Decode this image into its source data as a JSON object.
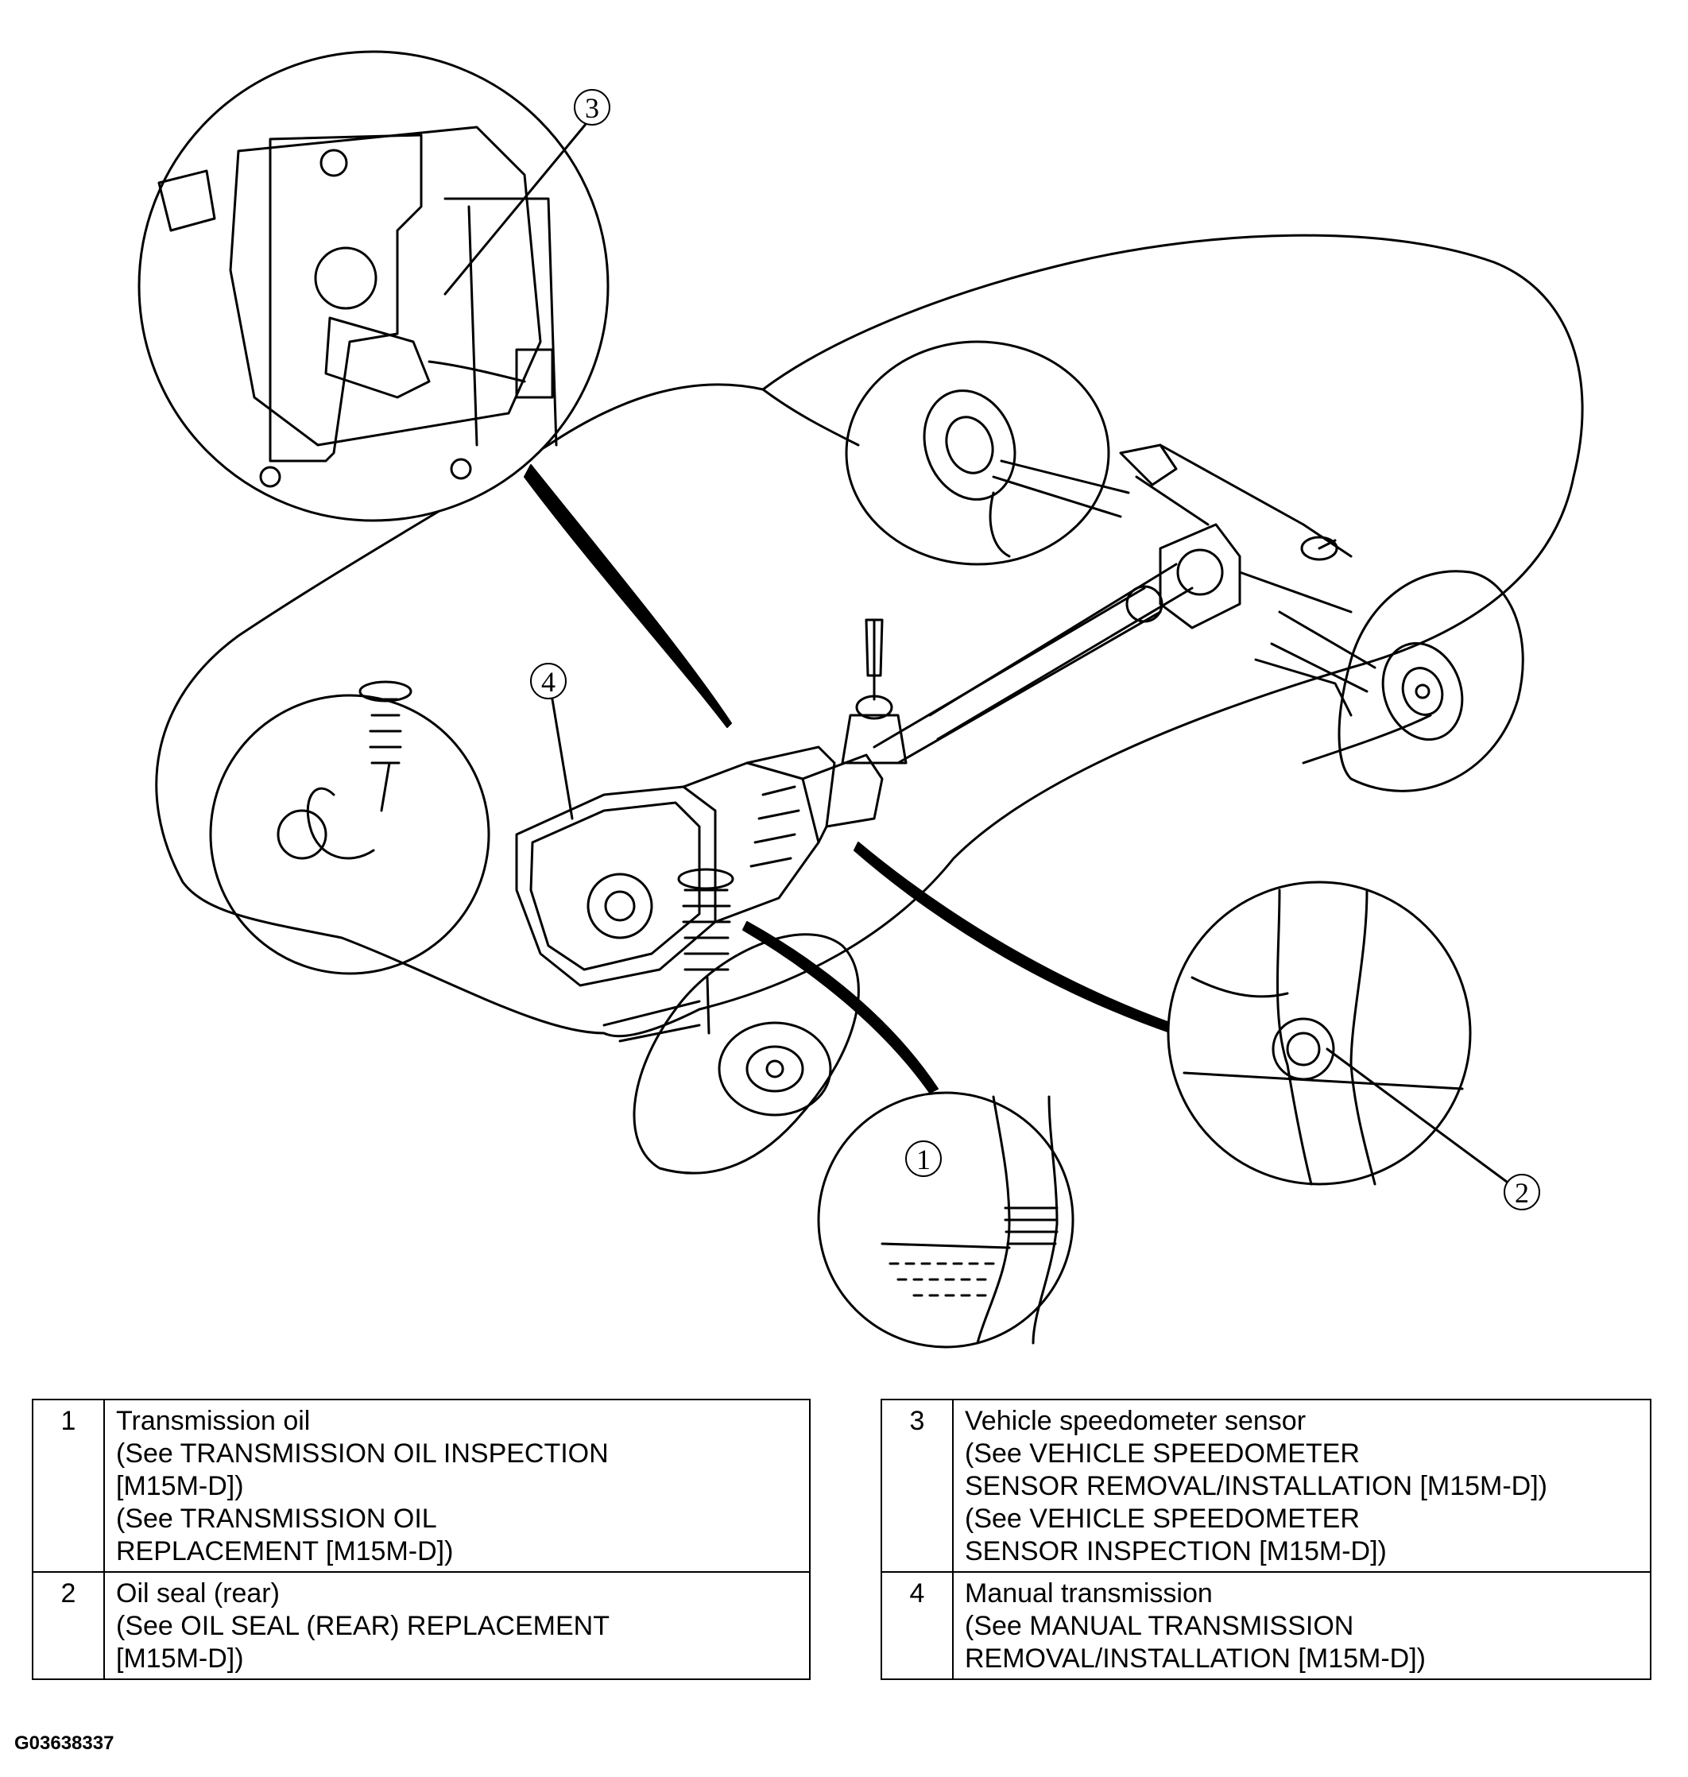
{
  "callouts": [
    {
      "num": "1"
    },
    {
      "num": "2"
    },
    {
      "num": "3"
    },
    {
      "num": "4"
    }
  ],
  "legend_left": [
    {
      "num": "1",
      "lines": [
        "Transmission oil",
        "(See TRANSMISSION OIL INSPECTION",
        "[M15M-D])",
        "(See TRANSMISSION OIL",
        "REPLACEMENT [M15M-D])"
      ]
    },
    {
      "num": "2",
      "lines": [
        "Oil seal (rear)",
        "(See OIL SEAL (REAR) REPLACEMENT",
        "[M15M-D])"
      ]
    }
  ],
  "legend_right": [
    {
      "num": "3",
      "lines": [
        "Vehicle speedometer sensor",
        "(See VEHICLE SPEEDOMETER",
        "SENSOR REMOVAL/INSTALLATION [M15M-D])",
        "(See VEHICLE SPEEDOMETER",
        "SENSOR INSPECTION [M15M-D])"
      ]
    },
    {
      "num": "4",
      "lines": [
        "Manual transmission",
        "(See MANUAL TRANSMISSION",
        "REMOVAL/INSTALLATION [M15M-D])"
      ]
    }
  ],
  "figure_id": "G03638337"
}
